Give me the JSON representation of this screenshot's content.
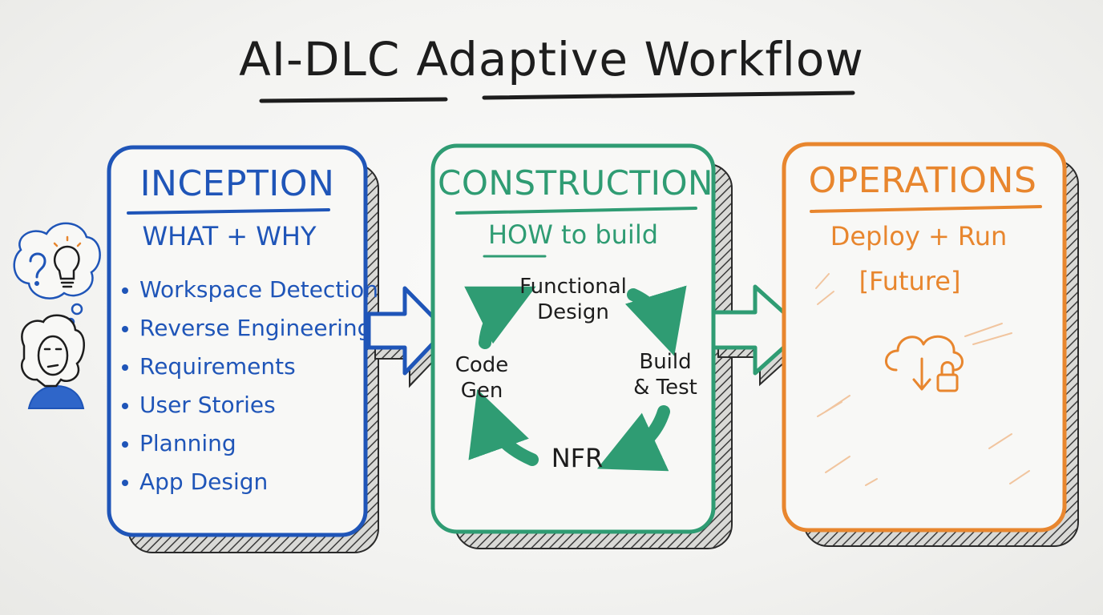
{
  "title": {
    "part1": "AI-DLC",
    "part2": "Adaptive Workflow"
  },
  "colors": {
    "inception": "#1f55b8",
    "construction": "#2f9c73",
    "operations": "#e8862e",
    "ink": "#1d1d1d"
  },
  "inception": {
    "heading": "INCEPTION",
    "subtitle": "WHAT + WHY",
    "items": [
      "Workspace Detection",
      "Reverse Engineering",
      "Requirements",
      "User Stories",
      "Planning",
      "App Design"
    ]
  },
  "construction": {
    "heading": "CONSTRUCTION",
    "subtitle_emph": "HOW",
    "subtitle_rest": "to build",
    "cycle": {
      "top_line1": "Functional",
      "top_line2": "Design",
      "right_line1": "Build",
      "right_line2": "& Test",
      "bottom": "NFR",
      "left_line1": "Code",
      "left_line2": "Gen"
    }
  },
  "operations": {
    "heading": "OPERATIONS",
    "subtitle": "Deploy + Run",
    "note": "[Future]",
    "icon": "cloud-download-lock-icon"
  },
  "figure": {
    "bubble_icons": [
      "question-mark-icon",
      "lightbulb-icon"
    ],
    "person_icon": "thinking-person-icon"
  }
}
